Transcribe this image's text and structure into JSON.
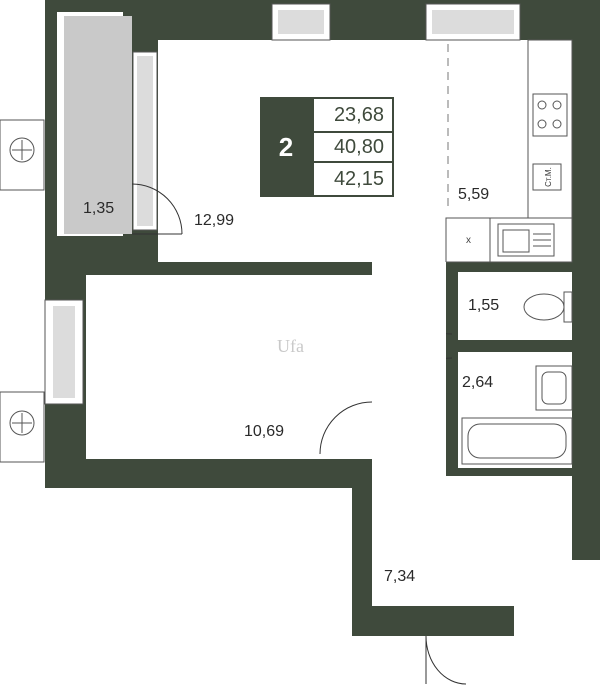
{
  "apartment": {
    "rooms": "2",
    "areas": [
      "23,68",
      "40,80",
      "42,15"
    ]
  },
  "rooms": {
    "loggia": "1,35",
    "living": "12,99",
    "kitchen": "5,59",
    "wc": "1,55",
    "bedroom": "10,69",
    "bath": "2,64",
    "hall": "7,34"
  },
  "fixtures": {
    "cabinet_label": "Ст.М.",
    "sink_mark": "х",
    "watermark": "Ufa"
  },
  "colors": {
    "wall": "#3f4a3c",
    "floor": "#ffffff",
    "balcony": "#c8c8c8"
  }
}
